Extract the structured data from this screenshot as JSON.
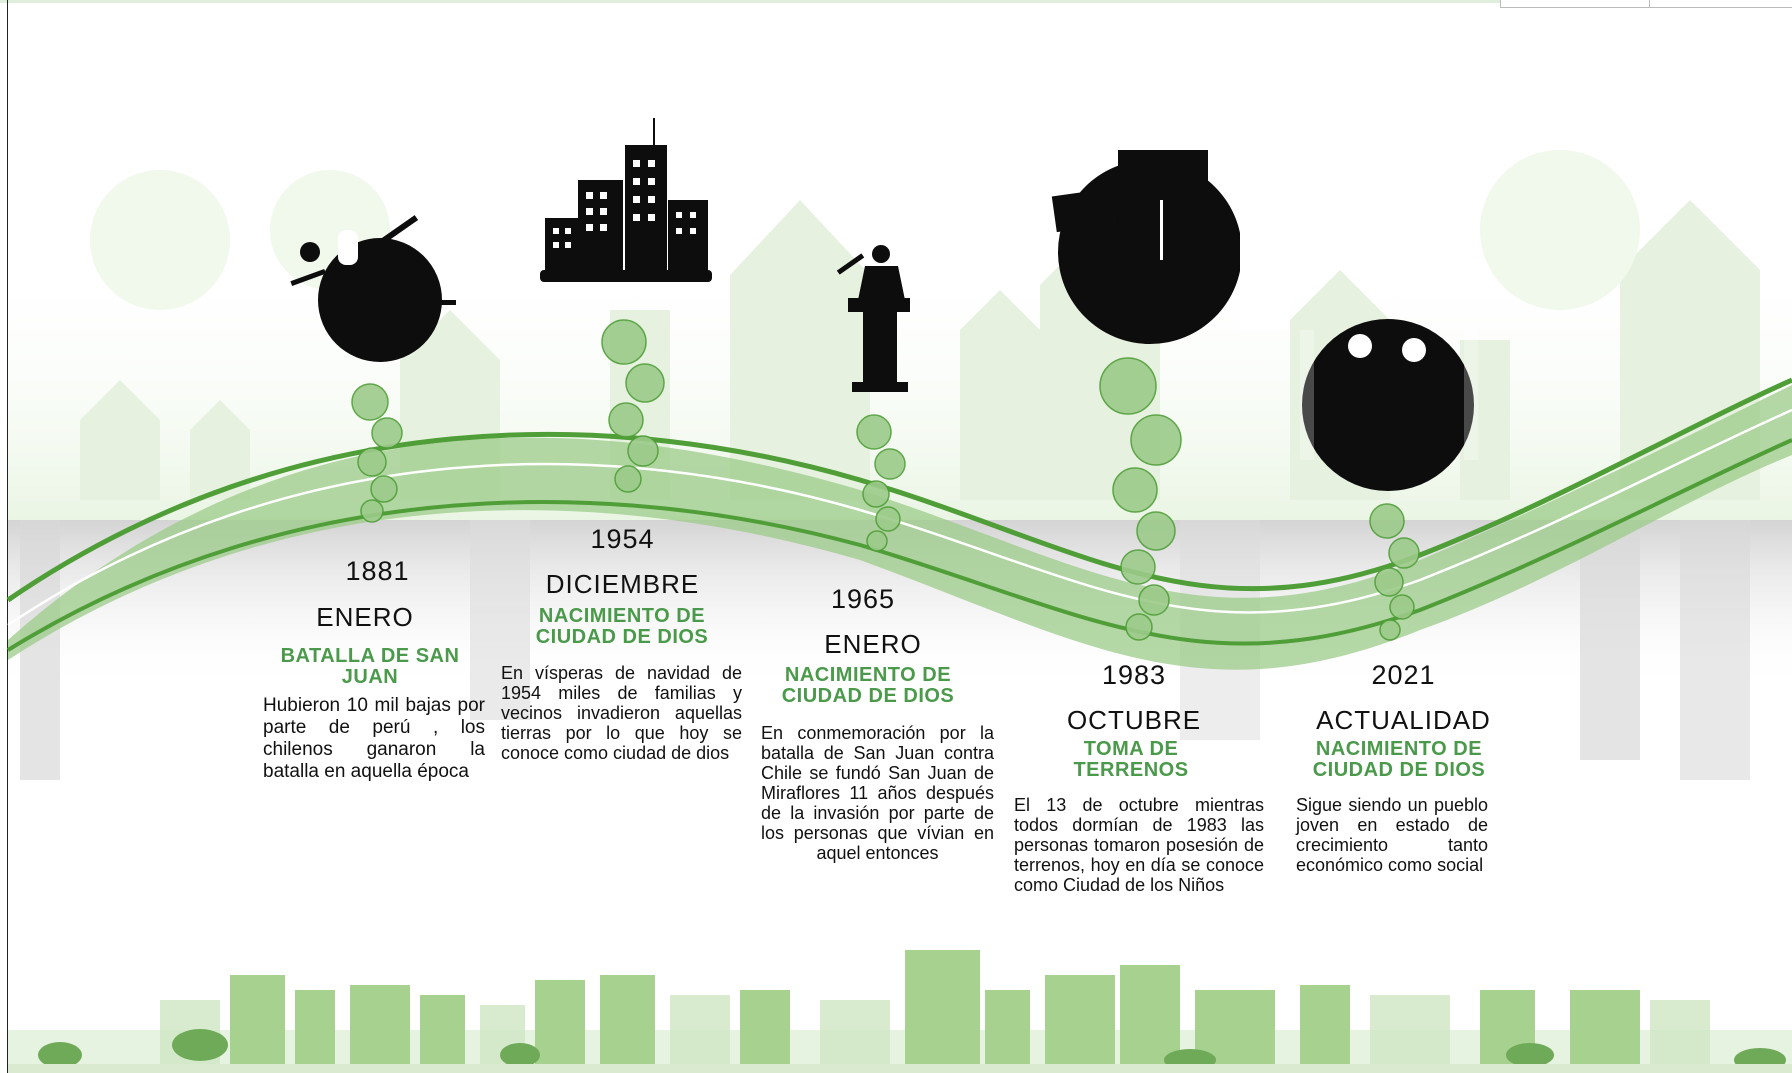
{
  "colors": {
    "green_dark": "#4f9e38",
    "green_light": "#8cc47a",
    "green_pale": "#e4f2de",
    "headline_green": "#4b9a4b",
    "silhouette": "#0d0d0d"
  },
  "events": [
    {
      "year": "1881",
      "month": "ENERO",
      "headline": "BATALLA DE SAN JUAN",
      "text": "Hubieron 10 mil bajas por parte de perú , los chilenos ganaron la batalla en aquella época",
      "icon": "soldiers-icon"
    },
    {
      "year": "1954",
      "month": "DICIEMBRE",
      "headline": "NACIMIENTO DE CIUDAD DE DIOS",
      "text": "En vísperas de navidad de 1954 miles de familias y vecinos invadieron aquellas tierras por lo que hoy se conoce como ciudad de dios",
      "icon": "city-buildings-icon"
    },
    {
      "year": "1965",
      "month": "ENERO",
      "headline": "NACIMIENTO DE CIUDAD DE DIOS",
      "text": "En conmemoración por la batalla de San Juan contra Chile se fundó San Juan de Miraflores 11 años después de la invasión por parte de los personas que vívian en aquel entonces",
      "icon": "speaker-podium-icon"
    },
    {
      "year": "1983",
      "month": "OCTUBRE",
      "headline": "TOMA DE TERRENOS",
      "text": "El 13 de octubre mientras todos dormían de 1983 las personas tomaron posesión de terrenos, hoy en día se conoce como Ciudad de los Niños",
      "icon": "protesters-icon"
    },
    {
      "year": "2021",
      "month": "ACTUALIDAD",
      "headline": "NACIMIENTO DE CIUDAD DE DIOS",
      "text": "Sigue siendo un pueblo joven en estado de crecimiento tanto económico como social",
      "icon": "people-group-icon"
    }
  ]
}
